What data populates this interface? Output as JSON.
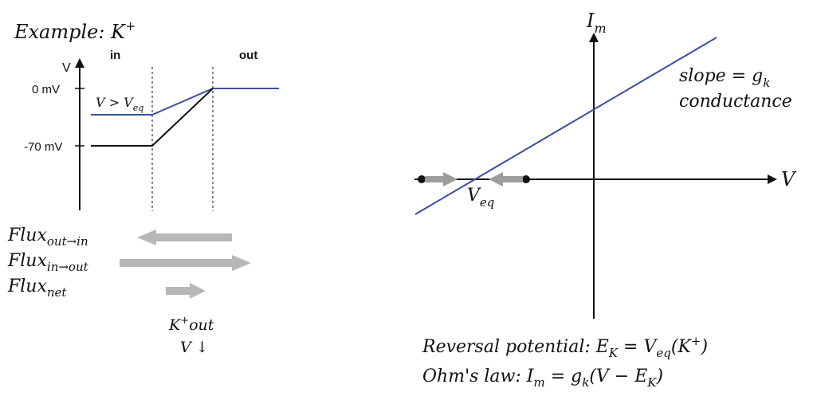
{
  "left_panel": {
    "title": {
      "base": "Example: K",
      "sup": "+"
    },
    "label_in": "in",
    "label_out": "out",
    "axis_label": "V",
    "tick_0": "0 mV",
    "tick_70": "-70 mV",
    "curve_label": {
      "base": "V > V",
      "sub": "eq"
    },
    "flux_out_in": {
      "base": "Flux",
      "sub": "out→in"
    },
    "flux_in_out": {
      "base": "Flux",
      "sub": "in→out"
    },
    "flux_net": {
      "base": "Flux",
      "sub": "net"
    },
    "k_out": {
      "base": "K",
      "sup": "+",
      "rest": "out"
    },
    "v_down": "V ↓"
  },
  "right_panel": {
    "y_axis_label": {
      "base": "I",
      "sub": "m"
    },
    "x_axis_label": "V",
    "slope_line1": {
      "base": "slope = g",
      "sub": "k"
    },
    "slope_line2": "conductance",
    "veq_label": {
      "base": "V",
      "sub": "eq"
    },
    "reversal": {
      "a": "Reversal potential:  E",
      "a_sub": "K",
      "b": " = V",
      "b_sub": "eq",
      "c": "(K",
      "c_sup": "+",
      "d": ")"
    },
    "ohm": {
      "a": "Ohm's law:  I",
      "a_sub": "m",
      "b": " = g",
      "b_sub": "k",
      "c": "(V − E",
      "c_sub": "K",
      "d": ")"
    }
  },
  "colors": {
    "blue": "#3b4fa0",
    "black": "#111111",
    "grey": "#b7b7b7"
  }
}
